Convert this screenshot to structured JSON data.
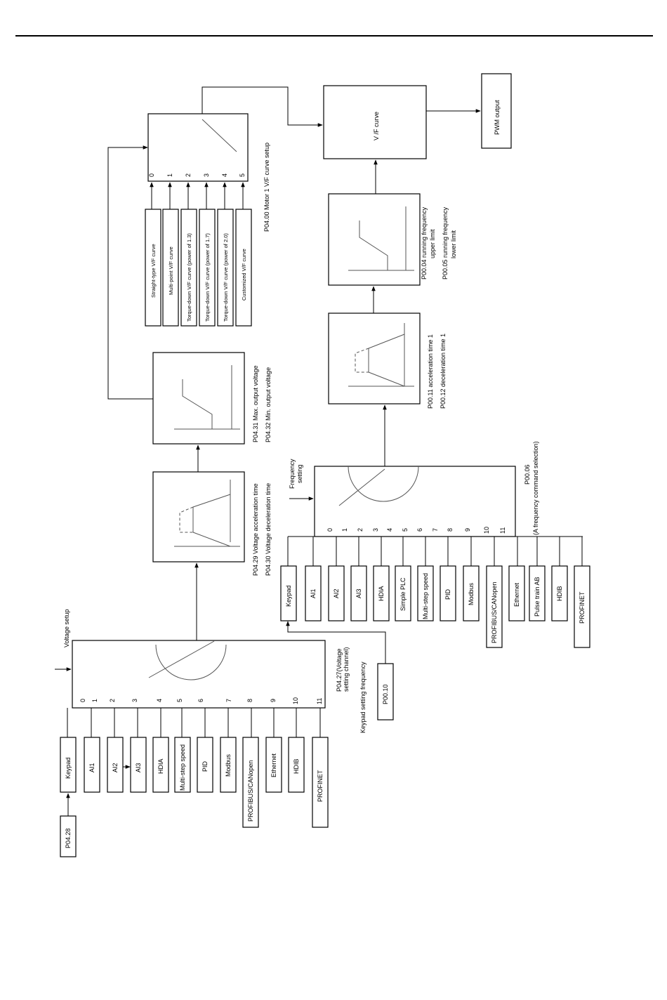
{
  "voltage_setup": {
    "title": "Voltage setup",
    "indices": [
      "0",
      "1",
      "2",
      "3",
      "4",
      "5",
      "6",
      "7",
      "8",
      "9",
      "10",
      "11"
    ],
    "sources": [
      "Keypad",
      "AI1",
      "AI2",
      "AI3",
      "HDIA",
      "Multi-step speed",
      "PID",
      "Modbus",
      "PROFIBUS/CANopen",
      "Ethernet",
      "HDIB",
      "PROFINET"
    ],
    "p0428": "P04.28",
    "p0427_line1": "P04.27(Voltage",
    "p0427_line2": "setting channel)",
    "keypad_freq": "Keypad setting frequency",
    "p0010": "P00.10"
  },
  "voltage_ramp": {
    "line1": "P04.29 Voltage acceleration time",
    "line2": "P04.30 Voltage deceleration time"
  },
  "voltage_limit": {
    "line1": "P04.31 Max. output voltage",
    "line2": "P04.32 Min. output voltage"
  },
  "vf_setup": {
    "indices": [
      "0",
      "1",
      "2",
      "3",
      "4",
      "5"
    ],
    "options": [
      "Straight-type V/F curve",
      "Multi-point V/F curve",
      "Torque-down V/F curve (power of 1.3)",
      "Torque-down V/F curve (power of 1.7)",
      "Torque-down V/F curve (power of 2.0)",
      "Customized V/F curve"
    ],
    "param": "P04.00 Motor 1 V/F curve setup"
  },
  "frequency_setting": {
    "title_line1": "Frequency",
    "title_line2": "setting",
    "indices": [
      "0",
      "1",
      "2",
      "3",
      "4",
      "5",
      "6",
      "7",
      "8",
      "9",
      "10",
      "11"
    ],
    "sources": [
      "Keypad",
      "AI1",
      "AI2",
      "AI3",
      "HDIA",
      "Simple PLC",
      "Multi-step speed",
      "PID",
      "Modbus",
      "PROFIBUS/CANopen",
      "Ethernet",
      "Pulse train AB",
      "HDIB",
      "PROFINET"
    ],
    "param_line1": "P00.06",
    "param_line2": "(A frequency command selection)"
  },
  "freq_ramp": {
    "line1": "P00.11 acceleration time 1",
    "line2": "P00.12  deceleration time 1"
  },
  "freq_limit": {
    "line1": "P00.04 running frequency",
    "line2": "upper limit",
    "line3": "P00.05 running frequency",
    "line4": "lower limit"
  },
  "vf_curve": {
    "label": "V /F curve"
  },
  "pwm": {
    "label": "PWM output"
  }
}
